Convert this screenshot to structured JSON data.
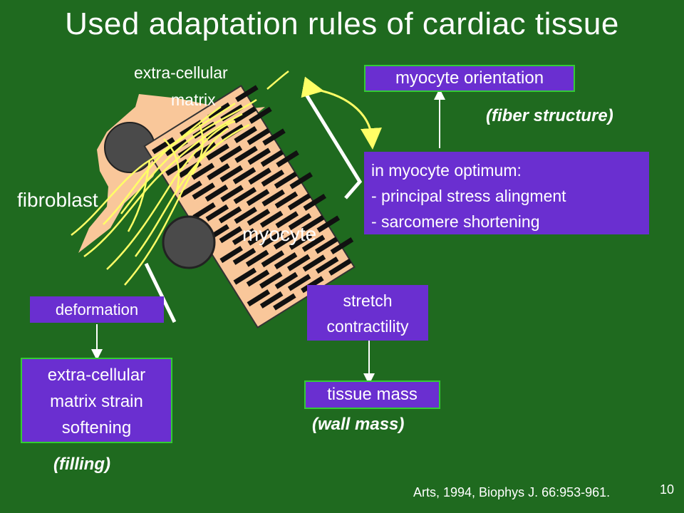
{
  "slide": {
    "title": "Used adaptation rules of cardiac tissue",
    "labels": {
      "ecm": "extra-cellular",
      "ecm2": "matrix",
      "fibroblast": "fibroblast",
      "myocyte": "myocyte"
    },
    "boxes": {
      "myocyte_orientation": "myocyte orientation",
      "fiber_structure": "(fiber structure)",
      "optimum": [
        "in myocyte optimum:",
        "- principal stress alingment",
        "- sarcomere shortening"
      ],
      "deformation": "deformation",
      "ecm_strain": [
        "extra-cellular",
        "matrix strain",
        "softening"
      ],
      "filling": "(filling)",
      "stretch": [
        "stretch",
        "contractility"
      ],
      "tissue_mass": "tissue mass",
      "wall_mass": "(wall mass)"
    },
    "citation": "Arts, 1994, Biophys J. 66:953-961.",
    "page_number": "10"
  },
  "colors": {
    "background": "#1f6a1f",
    "box_fill": "#6a2fd0",
    "box_border": "#33cc33",
    "tissue": "#f9c79a",
    "nucleus": "#555555",
    "fiber": "#ffff66",
    "arrow": "#ffff66"
  }
}
